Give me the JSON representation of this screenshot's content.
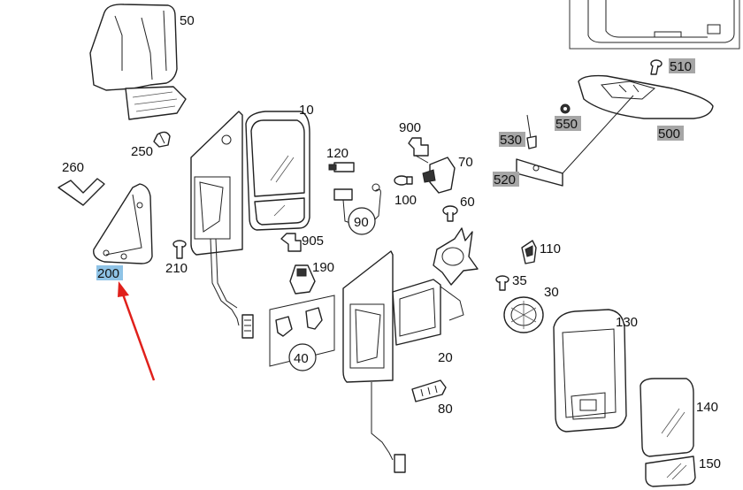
{
  "diagram": {
    "labels": {
      "p10": "10",
      "p20": "20",
      "p30": "30",
      "p35": "35",
      "p40": "40",
      "p50": "50",
      "p60": "60",
      "p70": "70",
      "p80": "80",
      "p90": "90",
      "p100": "100",
      "p110": "110",
      "p120": "120",
      "p130": "130",
      "p140": "140",
      "p150": "150",
      "p190": "190",
      "p200": "200",
      "p210": "210",
      "p250": "250",
      "p260": "260",
      "p500": "500",
      "p510": "510",
      "p520": "520",
      "p530": "530",
      "p550": "550",
      "p900": "900",
      "p905": "905"
    },
    "colors": {
      "selected_highlight": "#8fc3e6",
      "group_highlight": "#a6a6a6",
      "arrow": "#e0201b",
      "line": "#222222"
    },
    "selected_part": "200",
    "icons": [
      "arrow-pointer-icon"
    ]
  }
}
